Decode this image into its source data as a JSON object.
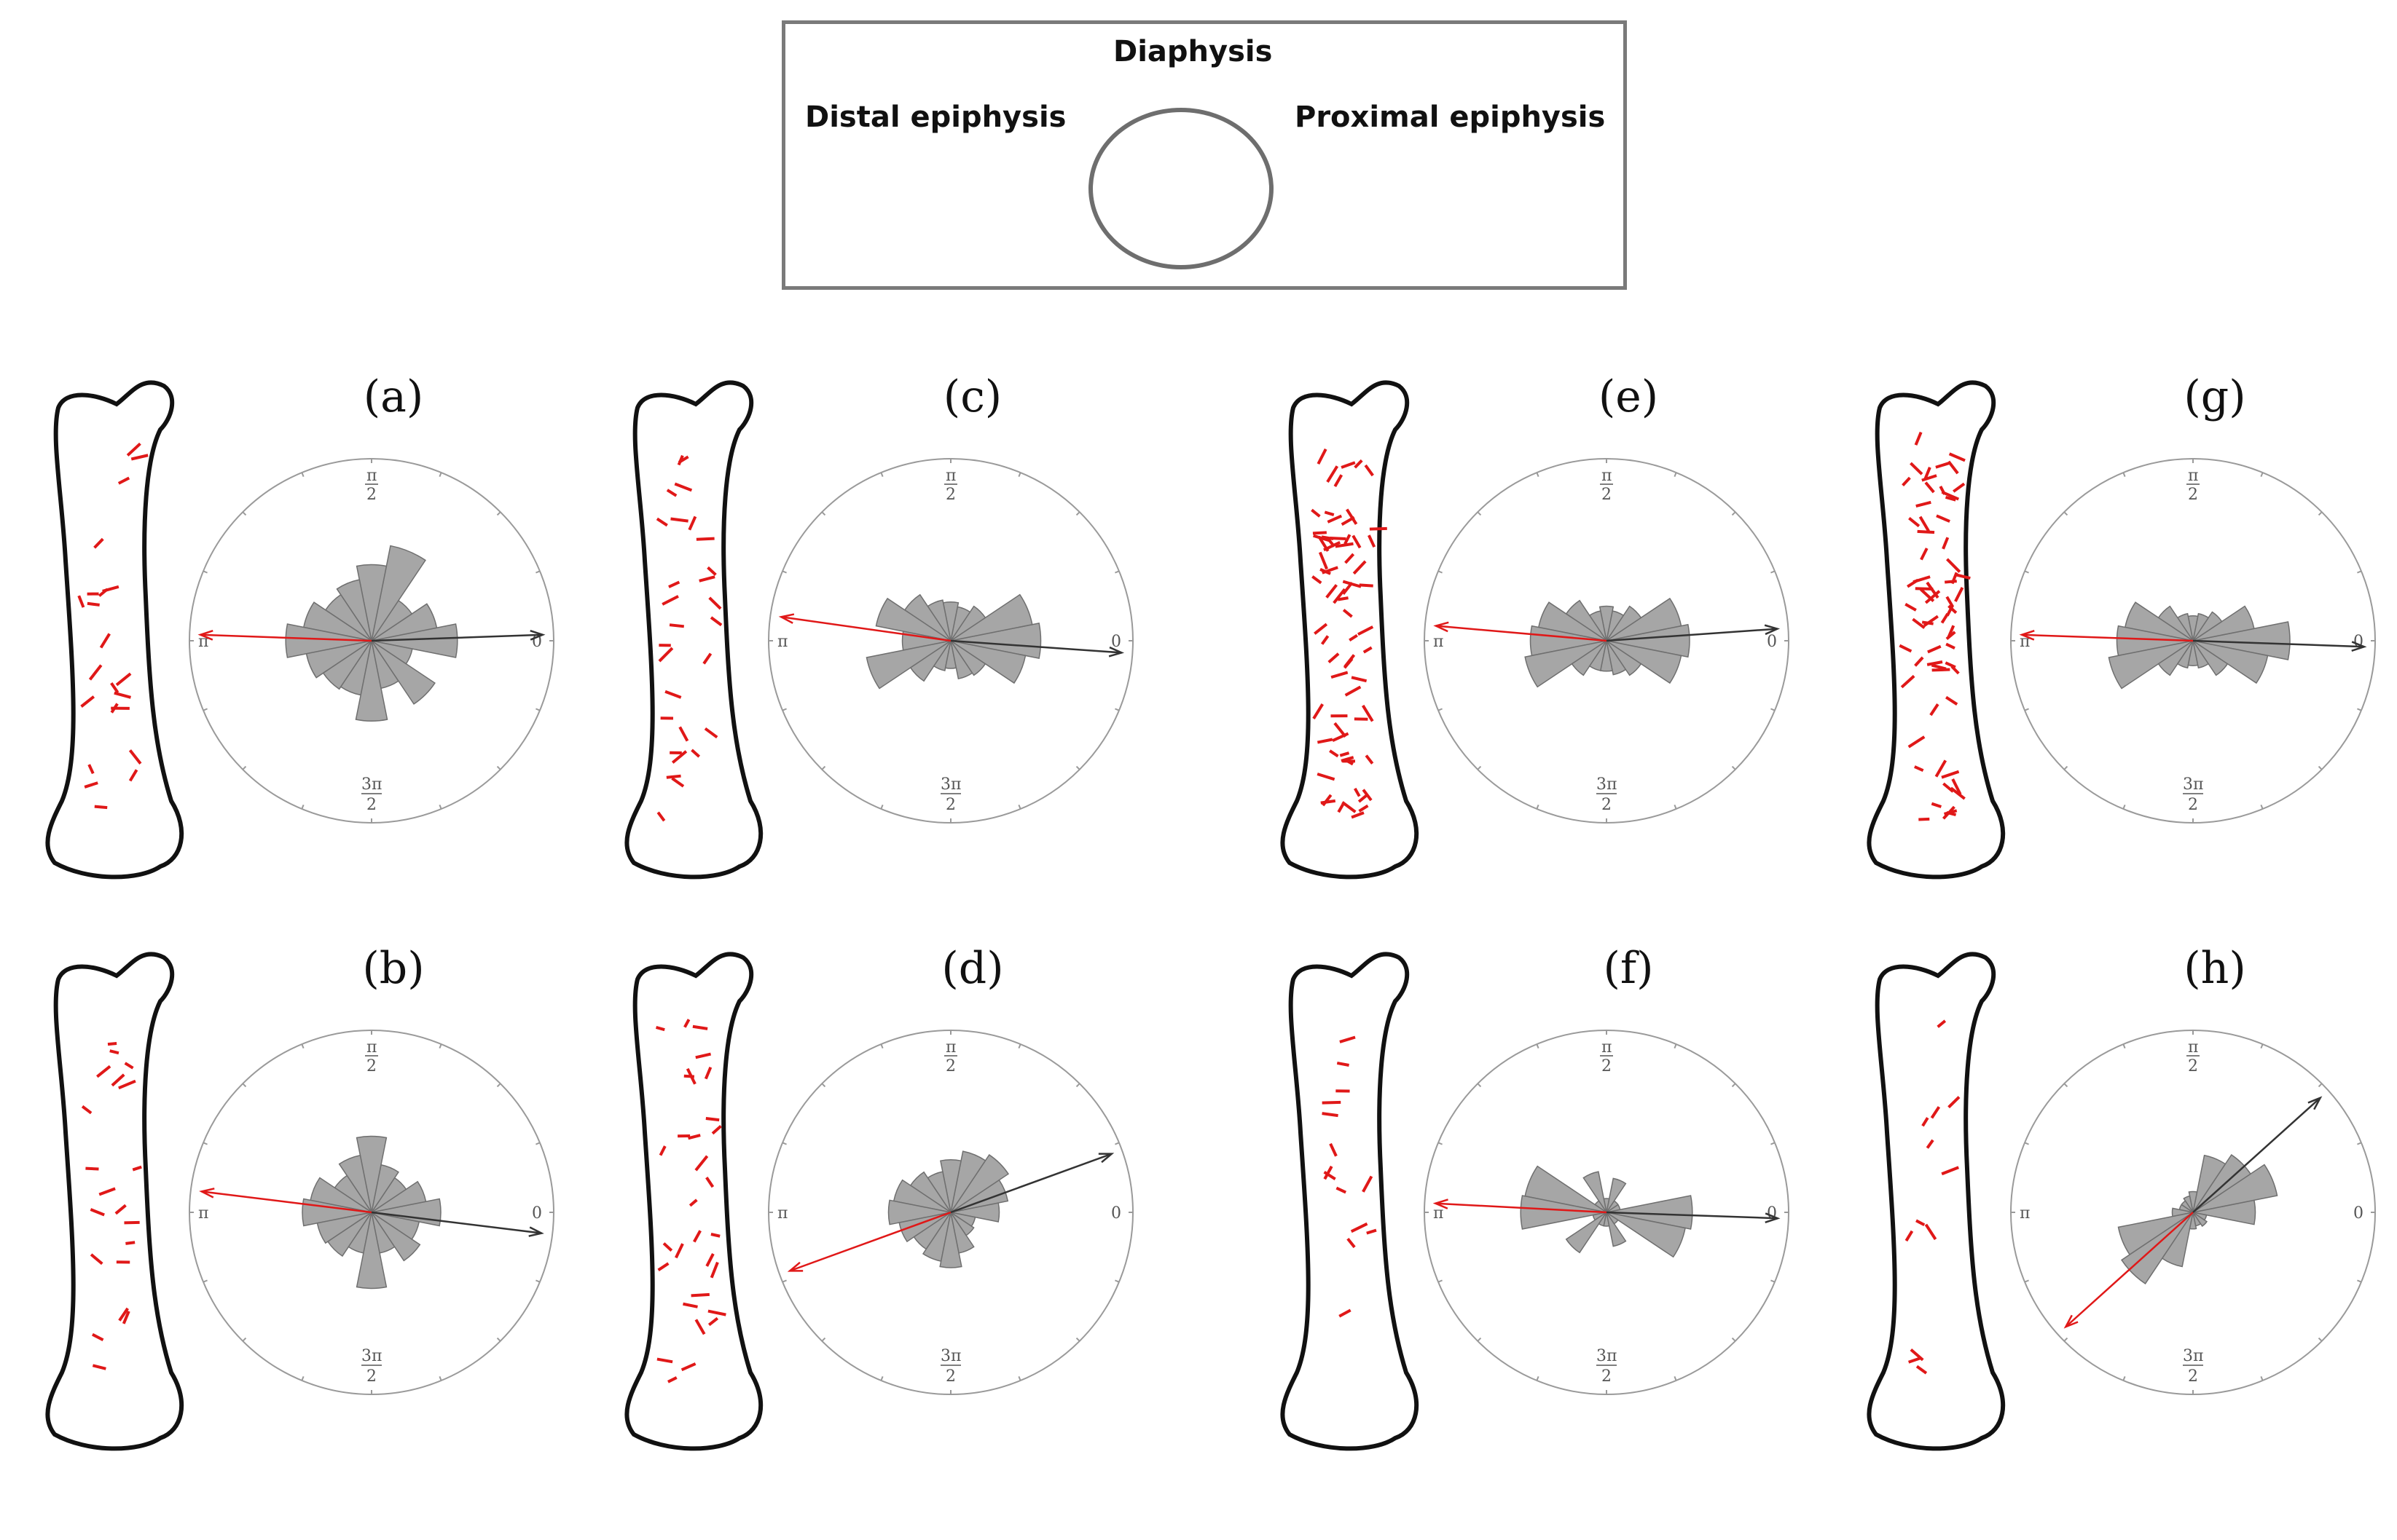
{
  "legend": {
    "top": "Diaphysis",
    "left": "Distal epiphysis",
    "right": "Proximal epiphysis"
  },
  "axis_labels": {
    "zero": "0",
    "pi": "π",
    "half_pi_num": "π",
    "three_half_num": "3π",
    "den": "2"
  },
  "colors": {
    "bar_fill": "#a6a6a6",
    "bar_stroke": "#6f6f6f",
    "mean_vector": "#333333",
    "opposite_vector": "#e01818",
    "bone_outline": "#111111",
    "marks": "#e01818"
  },
  "chart_data": [
    {
      "type": "rose",
      "label": "(a)",
      "bins_deg": [
        0,
        22.5,
        45,
        67.5,
        90,
        112.5,
        135,
        157.5,
        180,
        202.5,
        225,
        247.5,
        270,
        292.5,
        315,
        337.5
      ],
      "values": [
        0.62,
        0.48,
        0.35,
        0.7,
        0.55,
        0.45,
        0.4,
        0.5,
        0.62,
        0.48,
        0.42,
        0.4,
        0.58,
        0.35,
        0.55,
        0.3
      ],
      "mean_vector_deg": 2,
      "opposite_vector_deg": 178
    },
    {
      "type": "rose",
      "label": "(b)",
      "bins_deg": [
        0,
        22.5,
        45,
        67.5,
        90,
        112.5,
        135,
        157.5,
        180,
        202.5,
        225,
        247.5,
        270,
        292.5,
        315,
        337.5
      ],
      "values": [
        0.5,
        0.4,
        0.3,
        0.35,
        0.55,
        0.42,
        0.32,
        0.45,
        0.5,
        0.4,
        0.38,
        0.3,
        0.55,
        0.3,
        0.42,
        0.35
      ],
      "mean_vector_deg": -7,
      "opposite_vector_deg": 173
    },
    {
      "type": "rose",
      "label": "(c)",
      "bins_deg": [
        0,
        22.5,
        45,
        67.5,
        90,
        112.5,
        135,
        157.5,
        180,
        202.5,
        225,
        247.5,
        270,
        292.5,
        315,
        337.5
      ],
      "values": [
        0.65,
        0.6,
        0.3,
        0.25,
        0.28,
        0.3,
        0.4,
        0.55,
        0.35,
        0.62,
        0.35,
        0.22,
        0.2,
        0.28,
        0.3,
        0.55
      ],
      "mean_vector_deg": -4,
      "opposite_vector_deg": 172
    },
    {
      "type": "rose",
      "label": "(d)",
      "bins_deg": [
        0,
        22.5,
        45,
        67.5,
        90,
        112.5,
        135,
        157.5,
        180,
        202.5,
        225,
        247.5,
        270,
        292.5,
        315,
        337.5
      ],
      "values": [
        0.35,
        0.42,
        0.5,
        0.45,
        0.38,
        0.3,
        0.35,
        0.42,
        0.45,
        0.38,
        0.32,
        0.36,
        0.4,
        0.3,
        0.2,
        0.18
      ],
      "mean_vector_deg": 20,
      "opposite_vector_deg": 200
    },
    {
      "type": "rose",
      "label": "(e)",
      "bins_deg": [
        0,
        22.5,
        45,
        67.5,
        90,
        112.5,
        135,
        157.5,
        180,
        202.5,
        225,
        247.5,
        270,
        292.5,
        315,
        337.5
      ],
      "values": [
        0.6,
        0.55,
        0.3,
        0.22,
        0.25,
        0.22,
        0.35,
        0.5,
        0.55,
        0.6,
        0.3,
        0.22,
        0.22,
        0.25,
        0.3,
        0.55
      ],
      "mean_vector_deg": 4,
      "opposite_vector_deg": 175
    },
    {
      "type": "rose",
      "label": "(f)",
      "bins_deg": [
        0,
        22.5,
        45,
        67.5,
        90,
        112.5,
        135,
        157.5,
        180,
        202.5,
        225,
        247.5,
        270,
        292.5,
        315,
        337.5
      ],
      "values": [
        0.62,
        0.1,
        0.1,
        0.25,
        0.1,
        0.3,
        0.1,
        0.6,
        0.62,
        0.1,
        0.35,
        0.1,
        0.1,
        0.25,
        0.1,
        0.58
      ],
      "mean_vector_deg": -2,
      "opposite_vector_deg": 177
    },
    {
      "type": "rose",
      "label": "(g)",
      "bins_deg": [
        0,
        22.5,
        45,
        67.5,
        90,
        112.5,
        135,
        157.5,
        180,
        202.5,
        225,
        247.5,
        270,
        292.5,
        315,
        337.5
      ],
      "values": [
        0.7,
        0.45,
        0.25,
        0.2,
        0.18,
        0.2,
        0.3,
        0.5,
        0.55,
        0.62,
        0.3,
        0.2,
        0.18,
        0.2,
        0.3,
        0.55
      ],
      "mean_vector_deg": -2,
      "opposite_vector_deg": 178
    },
    {
      "type": "rose",
      "label": "(h)",
      "bins_deg": [
        0,
        22.5,
        45,
        67.5,
        90,
        112.5,
        135,
        157.5,
        180,
        202.5,
        225,
        247.5,
        270,
        292.5,
        315,
        337.5
      ],
      "values": [
        0.45,
        0.62,
        0.5,
        0.42,
        0.15,
        0.12,
        0.1,
        0.1,
        0.15,
        0.55,
        0.62,
        0.4,
        0.12,
        0.1,
        0.12,
        0.1
      ],
      "mean_vector_deg": 42,
      "opposite_vector_deg": 222
    }
  ]
}
